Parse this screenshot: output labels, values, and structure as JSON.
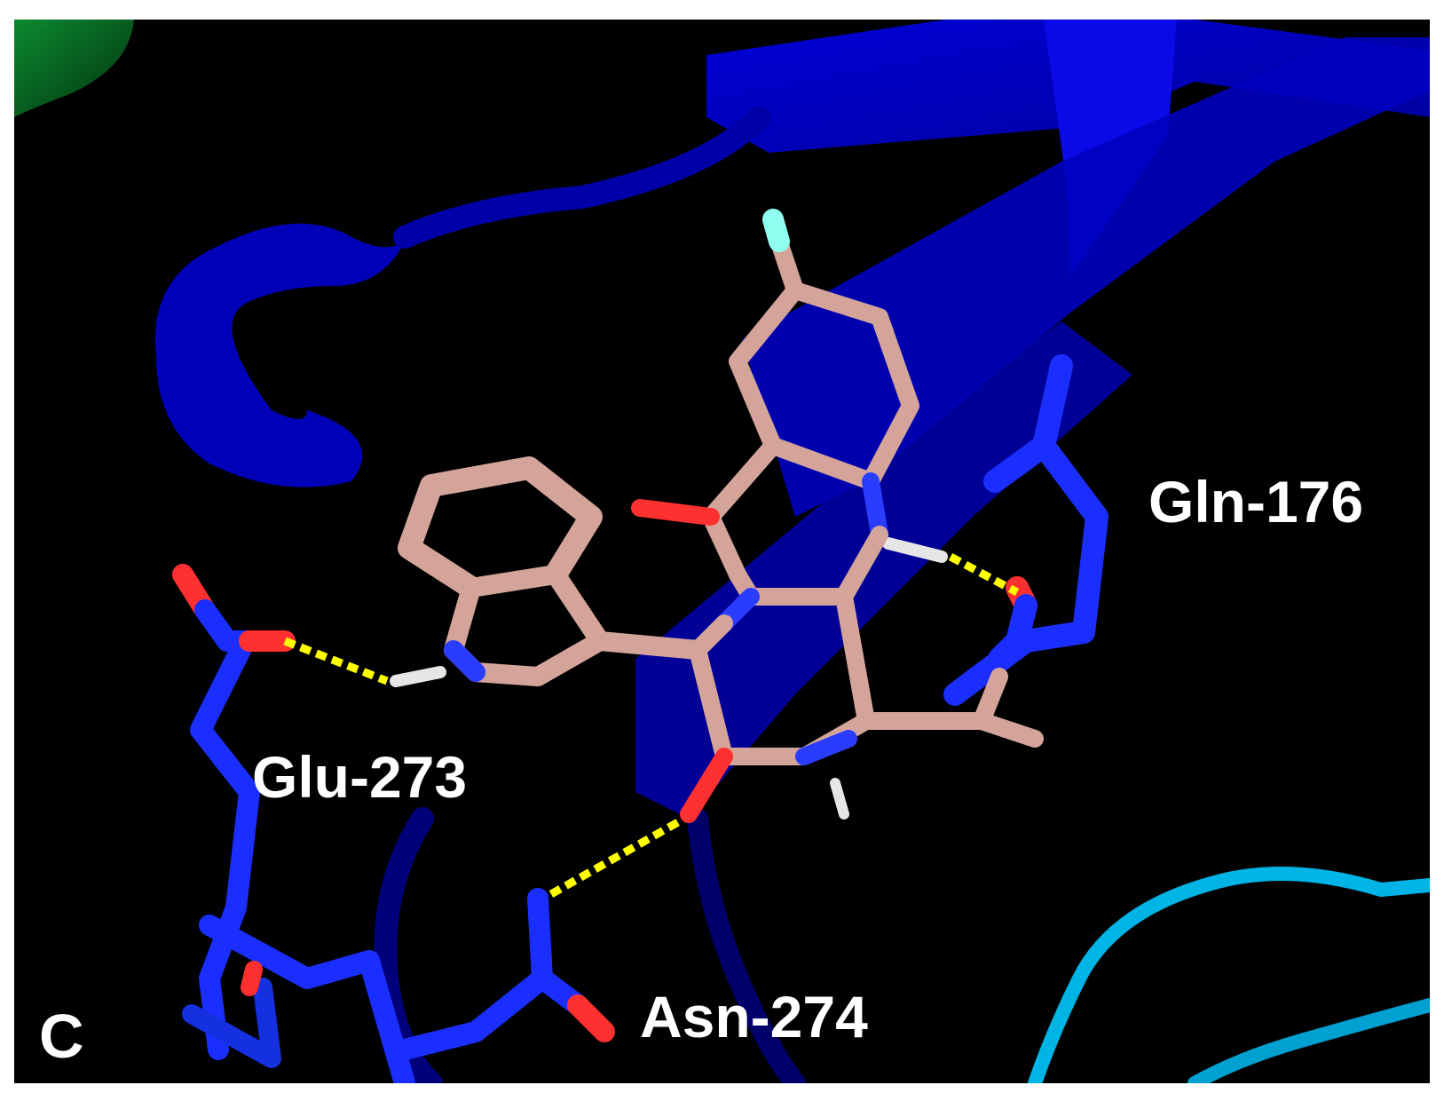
{
  "figure": {
    "panel_letter": "C",
    "residues": [
      {
        "name": "Gln-176"
      },
      {
        "name": "Glu-273"
      },
      {
        "name": "Asn-274"
      }
    ]
  },
  "colors": {
    "background": "#000000",
    "protein_ribbon": "#0000cc",
    "residue_carbon": "#1a2fff",
    "ligand_carbon": "#d4a49a",
    "oxygen": "#ff3030",
    "nitrogen": "#2a3cff",
    "fluorine": "#8ffff0",
    "hydrogen": "#e6e6e6",
    "hbond": "#ffff00",
    "cyan_loop": "#00b4e6",
    "green_helix": "#0a7a2a"
  }
}
